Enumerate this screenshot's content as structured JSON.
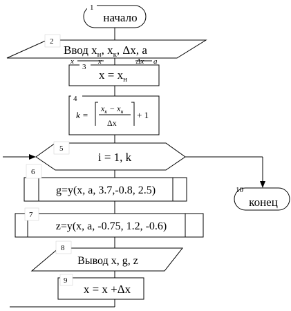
{
  "blocks": {
    "b1": {
      "num": "1",
      "text": "начало"
    },
    "b2": {
      "num": "2",
      "text": "Ввод x",
      "sub1": "н",
      "mid1": ", x",
      "sub2": "к",
      "tail": ", Δx, a"
    },
    "b3": {
      "num": "3",
      "text": "x = x",
      "sub": "н"
    },
    "b4": {
      "num": "4",
      "lhs": "k =",
      "num_left": "x",
      "num_sub1": "к",
      "num_minus": " − x",
      "num_sub2": "н",
      "den": "Δx",
      "rhs": "+ 1"
    },
    "b5": {
      "num": "5",
      "text": "i = 1, k"
    },
    "b6": {
      "num": "6",
      "text": "g=y(x, a, 3.7,-0.8, 2.5)"
    },
    "b7": {
      "num": "7",
      "text": "z=y(x, a, -0.75, 1.2, -0.6)"
    },
    "b8": {
      "num": "8",
      "text": "Вывод x, g, z"
    },
    "b9": {
      "num": "9",
      "text": "x = x +Δx"
    },
    "b10": {
      "num": "10",
      "text": "конец"
    }
  },
  "ghost_labels": [
    "x",
    "x",
    "Δx",
    "a"
  ]
}
